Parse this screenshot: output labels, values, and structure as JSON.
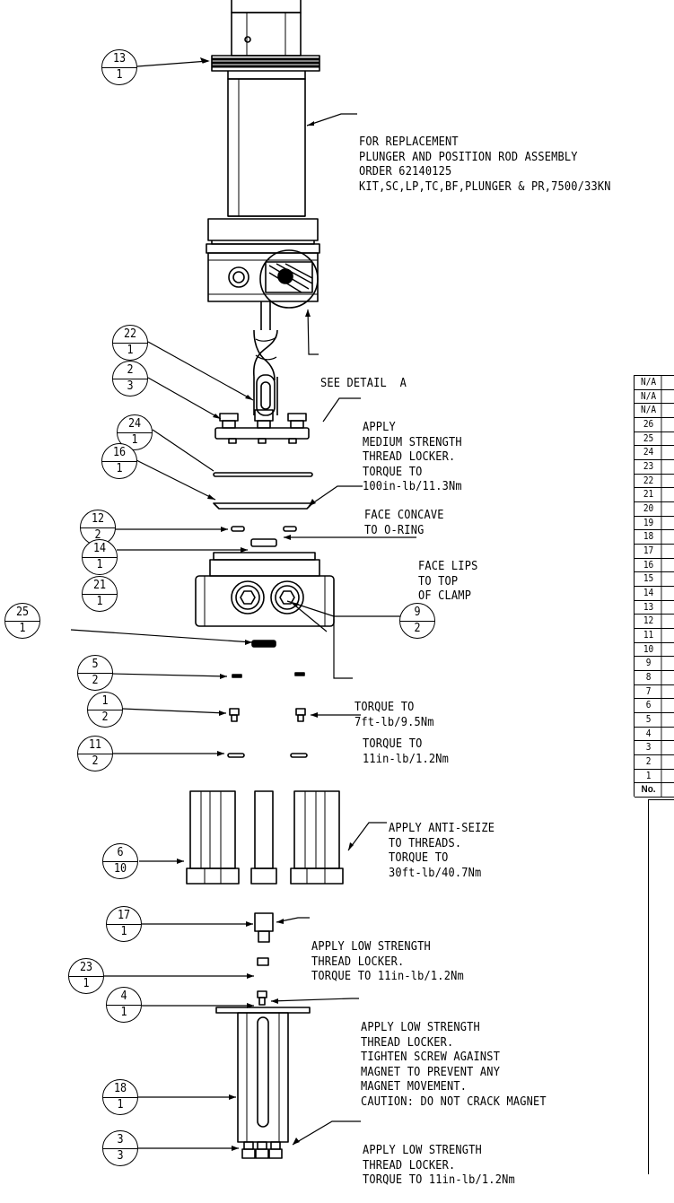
{
  "balloons": [
    {
      "id": "b13",
      "num": "13",
      "qty": "1"
    },
    {
      "id": "b22",
      "num": "22",
      "qty": "1"
    },
    {
      "id": "b2",
      "num": "2",
      "qty": "3"
    },
    {
      "id": "b24",
      "num": "24",
      "qty": "1"
    },
    {
      "id": "b16",
      "num": "16",
      "qty": "1"
    },
    {
      "id": "b12",
      "num": "12",
      "qty": "2"
    },
    {
      "id": "b14",
      "num": "14",
      "qty": "1"
    },
    {
      "id": "b21",
      "num": "21",
      "qty": "1"
    },
    {
      "id": "b9",
      "num": "9",
      "qty": "2"
    },
    {
      "id": "b25",
      "num": "25",
      "qty": "1"
    },
    {
      "id": "b5",
      "num": "5",
      "qty": "2"
    },
    {
      "id": "b1",
      "num": "1",
      "qty": "2"
    },
    {
      "id": "b11",
      "num": "11",
      "qty": "2"
    },
    {
      "id": "b6",
      "num": "6",
      "qty": "10"
    },
    {
      "id": "b17",
      "num": "17",
      "qty": "1"
    },
    {
      "id": "b23",
      "num": "23",
      "qty": "1"
    },
    {
      "id": "b4",
      "num": "4",
      "qty": "1"
    },
    {
      "id": "b18",
      "num": "18",
      "qty": "1"
    },
    {
      "id": "b3",
      "num": "3",
      "qty": "3"
    }
  ],
  "notes": {
    "replacement": [
      "FOR REPLACEMENT",
      "PLUNGER AND POSITION ROD ASSEMBLY",
      "ORDER 62140125",
      "KIT,SC,LP,TC,BF,PLUNGER & PR,7500/33KN"
    ],
    "detail": [
      "SEE DETAIL  A"
    ],
    "medium_locker": [
      "APPLY",
      "MEDIUM STRENGTH",
      "THREAD LOCKER.",
      "TORQUE TO",
      "100in-lb/11.3Nm"
    ],
    "concave": [
      "FACE CONCAVE",
      "TO O-RING"
    ],
    "lips": [
      "FACE LIPS",
      "TO TOP",
      "OF CLAMP"
    ],
    "torque_7ft": [
      "TORQUE TO",
      "7ft-lb/9.5Nm"
    ],
    "torque_11in": [
      "TORQUE TO",
      "11in-lb/1.2Nm"
    ],
    "anti_seize": [
      "APPLY ANTI-SEIZE",
      "TO THREADS.",
      "TORQUE TO",
      "30ft-lb/40.7Nm"
    ],
    "low_locker_1": [
      "APPLY LOW STRENGTH",
      "THREAD LOCKER.",
      "TORQUE TO 11in-lb/1.2Nm"
    ],
    "magnet": [
      "APPLY LOW STRENGTH",
      "THREAD LOCKER.",
      "TIGHTEN SCREW AGAINST",
      "MAGNET TO PREVENT ANY",
      "MAGNET MOVEMENT.",
      "CAUTION: DO NOT CRACK MAGNET"
    ],
    "low_locker_2": [
      "APPLY LOW STRENGTH",
      "THREAD LOCKER.",
      "TORQUE TO 11in-lb/1.2Nm"
    ]
  },
  "bom": {
    "rows": [
      "N/A",
      "N/A",
      "N/A",
      "26",
      "25",
      "24",
      "23",
      "22",
      "21",
      "20",
      "19",
      "18",
      "17",
      "16",
      "15",
      "14",
      "13",
      "12",
      "11",
      "10",
      "9",
      "8",
      "7",
      "6",
      "5",
      "4",
      "3",
      "2",
      "1"
    ],
    "header": "No."
  }
}
